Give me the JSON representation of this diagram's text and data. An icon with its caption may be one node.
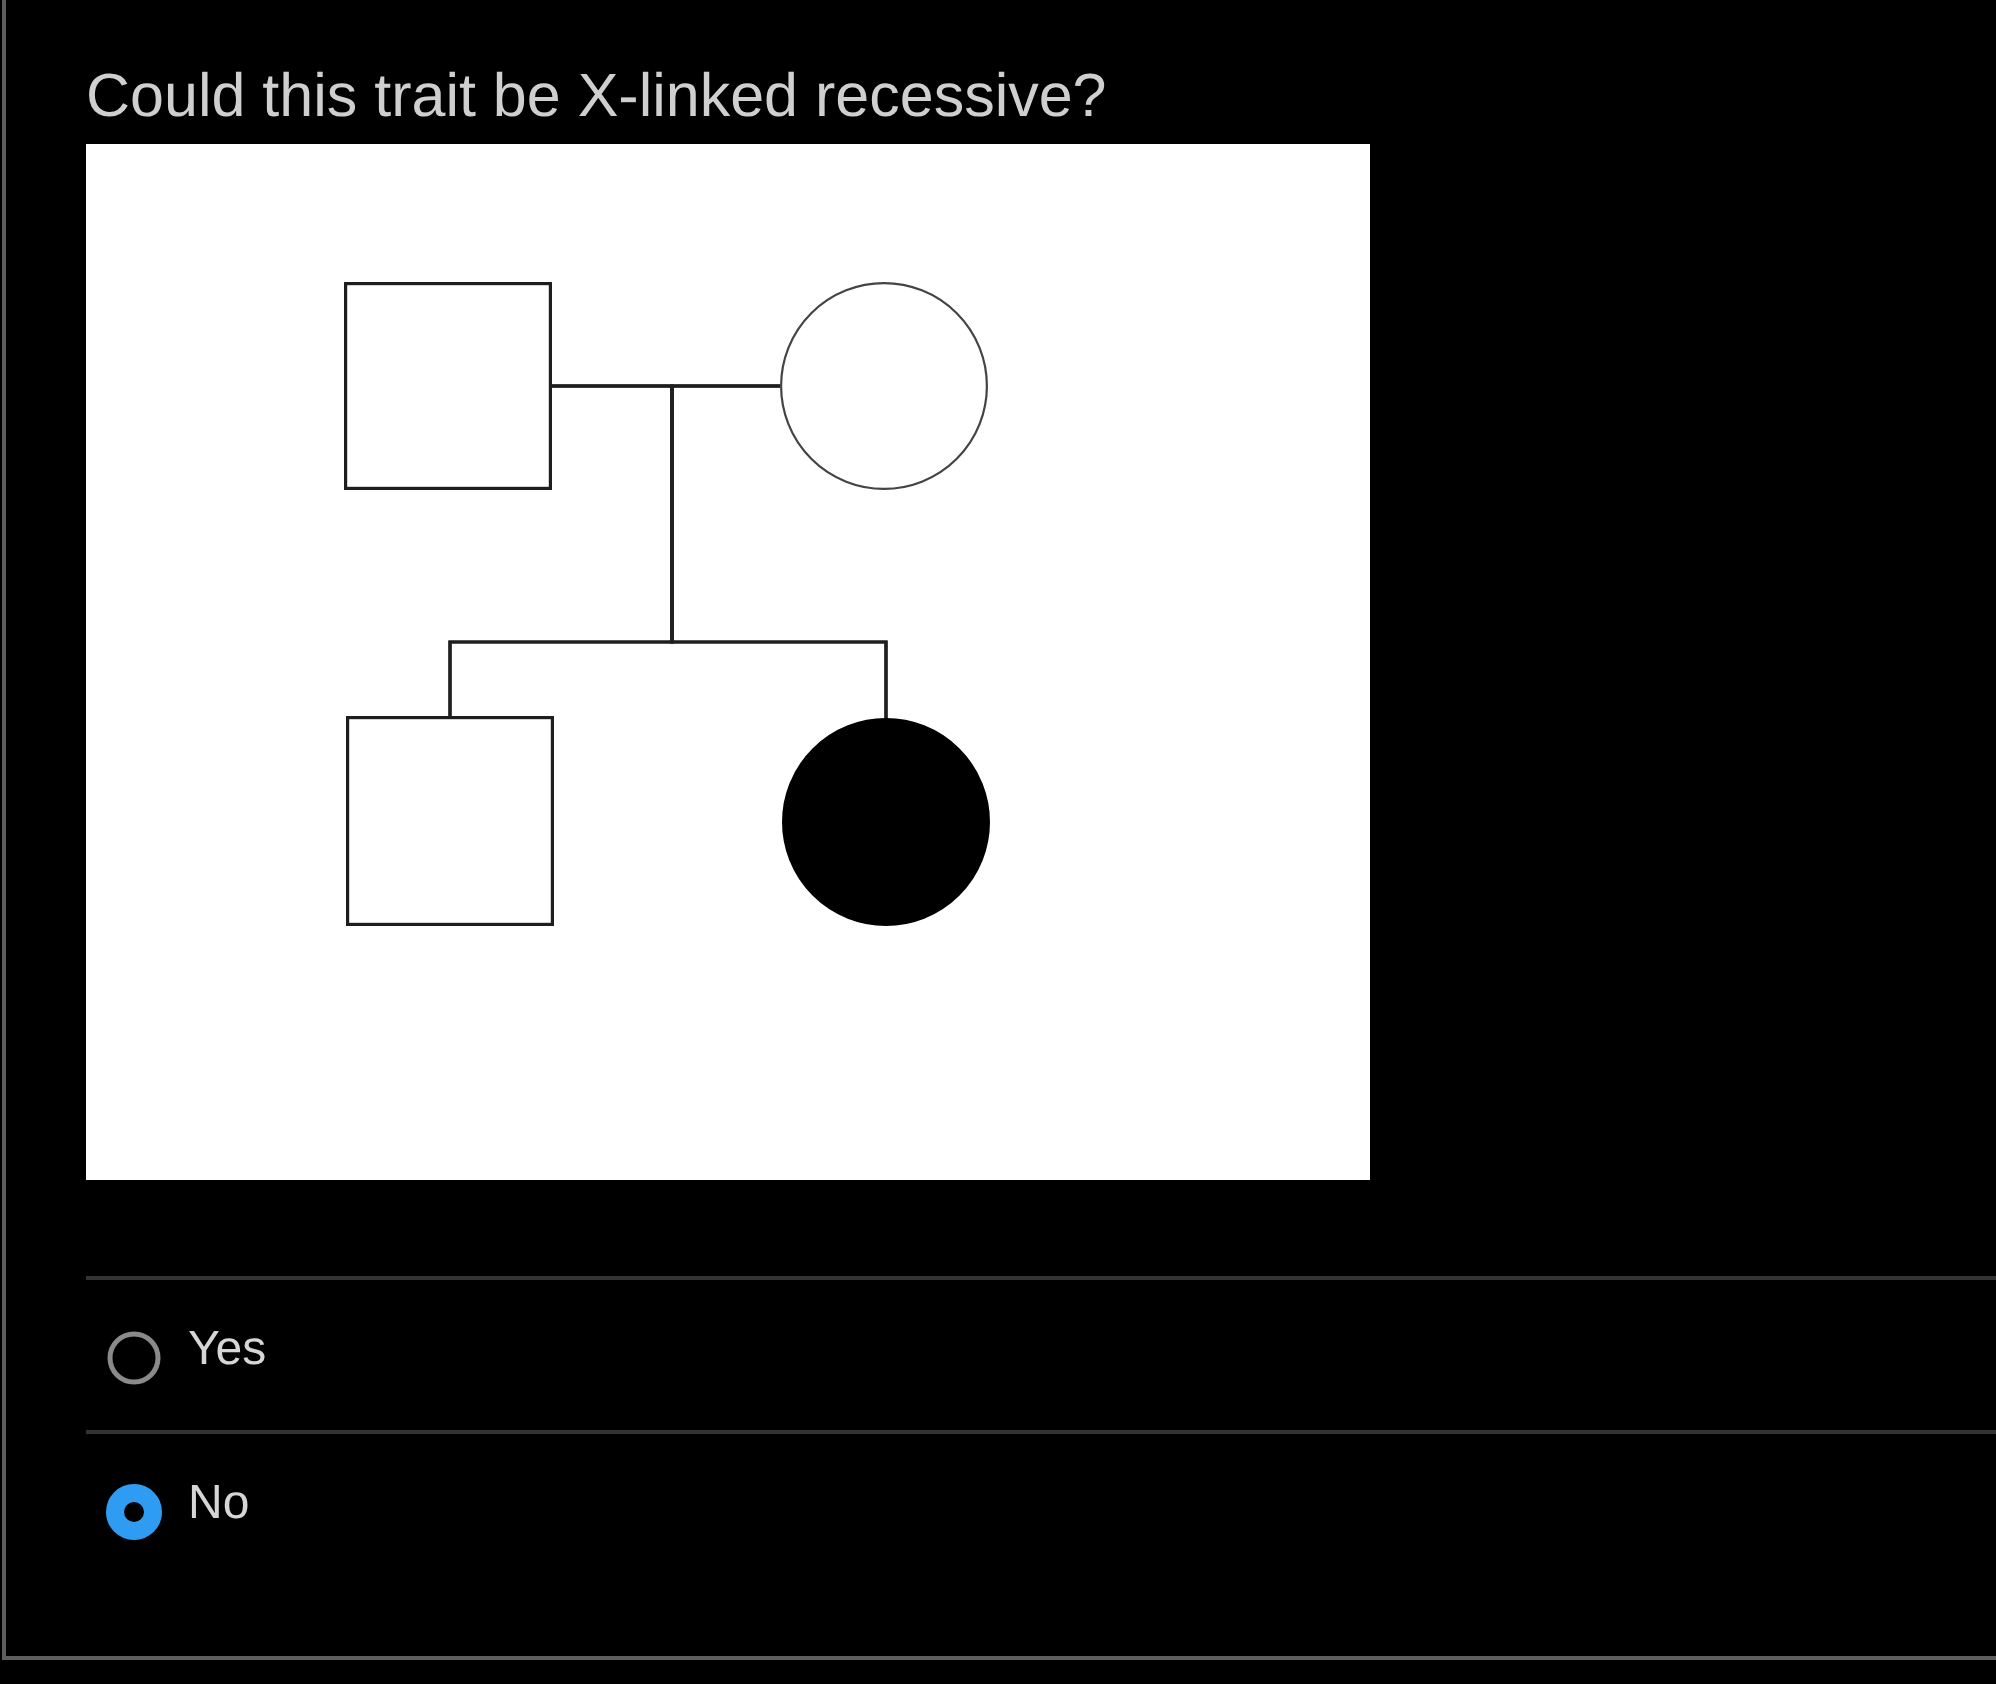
{
  "diagram": {
    "title": "Could this trait be X-linked recessive?",
    "nodes": [
      {
        "text": [],
        "shape": "box"
      },
      {
        "text": [],
        "shape": "circle"
      },
      {
        "text": [],
        "shape": "box"
      },
      {
        "text": [],
        "shape": "circle"
      }
    ],
    "edges": [
      {
        "from": 0,
        "to": 1,
        "arrow": "none"
      },
      {
        "from": 0,
        "to": 2,
        "arrow": "none"
      },
      {
        "from": 0,
        "to": 3,
        "arrow": "none"
      },
      {
        "from": 1,
        "to": 2,
        "arrow": "none"
      },
      {
        "from": 1,
        "to": 3,
        "arrow": "none"
      }
    ],
    "labels": [
      "Yes",
      "No"
    ]
  }
}
